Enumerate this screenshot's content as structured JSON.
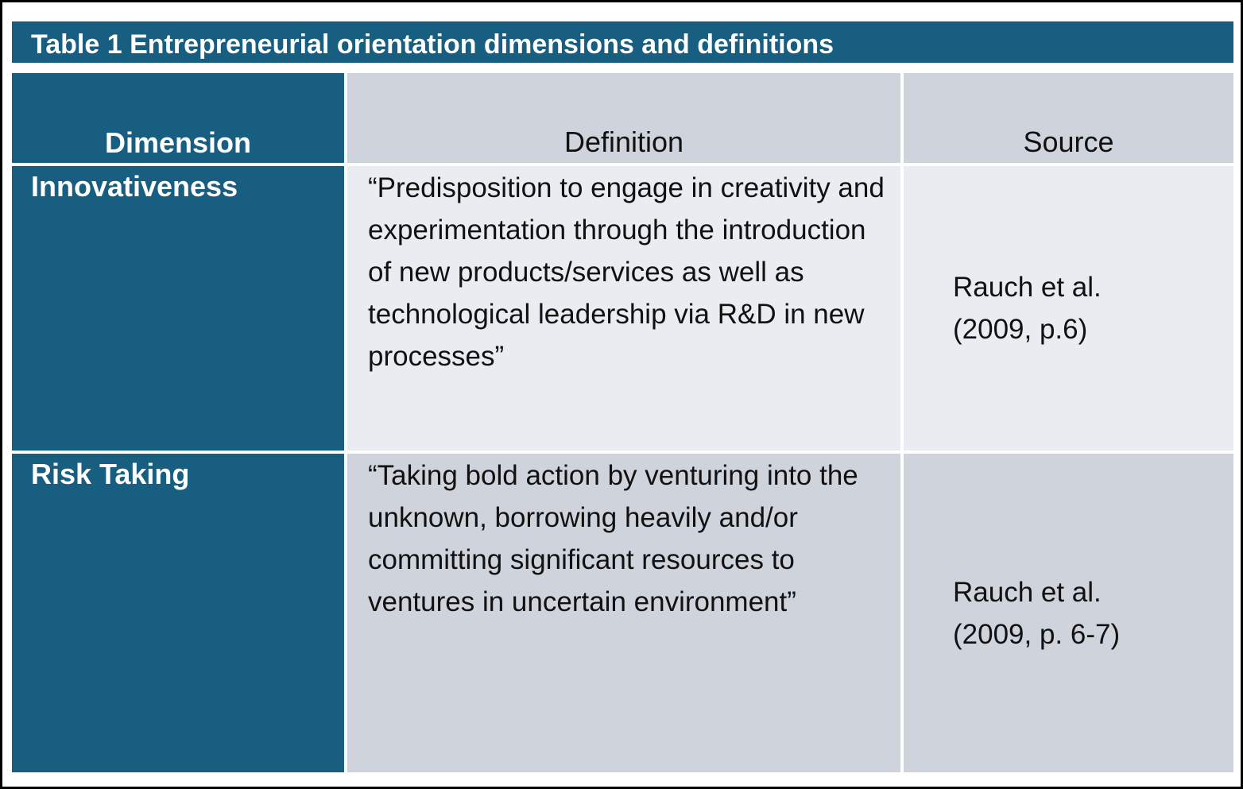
{
  "table": {
    "title": "Table 1 Entrepreneurial orientation dimensions and definitions",
    "headers": {
      "dimension": "Dimension",
      "definition": "Definition",
      "source": "Source"
    },
    "rows": [
      {
        "dimension": "Innovativeness",
        "definition": "“Predisposition to engage in creativity and experimentation through the introduction of new products/services as well as technological leadership via R&D in new processes”",
        "source_line1": "Rauch et al.",
        "source_line2": "(2009, p.6)"
      },
      {
        "dimension": "Risk Taking",
        "definition": "“Taking bold action by venturing into the unknown, borrowing heavily and/or committing significant resources to ventures in uncertain environment”",
        "source_line1": "Rauch et al.",
        "source_line2": "(2009, p. 6-7)"
      }
    ]
  },
  "colors": {
    "header_blue": "#175e80",
    "light_row": "#e9ecf0",
    "mid_row": "#ced3dc",
    "frame_border": "#000000"
  }
}
